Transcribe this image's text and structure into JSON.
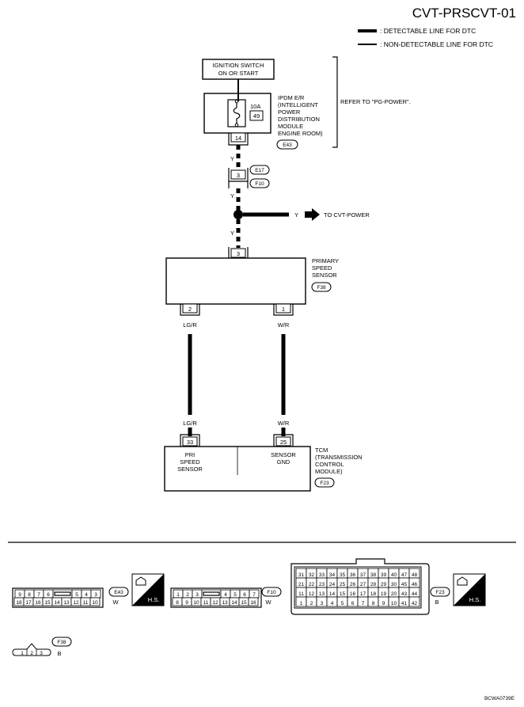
{
  "title": "CVT-PRSCVT-01",
  "legend": {
    "detectable": ": DETECTABLE LINE FOR DTC",
    "non_detectable": ": NON-DETECTABLE LINE FOR DTC"
  },
  "ignition_switch": {
    "line1": "IGNITION SWITCH",
    "line2": "ON OR START"
  },
  "ipdm": {
    "fuse_rating": "10A",
    "fuse_number": "49",
    "label_lines": [
      "IPDM E/R",
      "(INTELLIGENT",
      "POWER",
      "DISTRIBUTION",
      "MODULE",
      "ENGINE ROOM)"
    ],
    "connector": "E43",
    "pin": "14"
  },
  "refer_note": "REFER TO \"PG-POWER\".",
  "wire_color_y": "Y",
  "joint_connector": {
    "pin": "3",
    "conn_a": "E17",
    "conn_b": "F10"
  },
  "branch": {
    "wire": "Y",
    "arrow_label": "TO CVT-POWER"
  },
  "primary_speed_sensor": {
    "label_lines": [
      "PRIMARY",
      "SPEED",
      "SENSOR"
    ],
    "connector": "F38",
    "pin_in": "3",
    "pin_left": "2",
    "pin_right": "1"
  },
  "wires": {
    "left": "LG/R",
    "right": "W/R"
  },
  "tcm": {
    "pin_left": "33",
    "pin_right": "25",
    "left_label": [
      "PRI",
      "SPEED",
      "SENSOR"
    ],
    "right_label": [
      "SENSOR",
      "GND"
    ],
    "label_lines": [
      "TCM",
      "(TRANSMISSION",
      "CONTROL",
      "MODULE)"
    ],
    "connector": "F23"
  },
  "connectors": {
    "e43": {
      "id": "E43",
      "color": "W",
      "row1": [
        "9",
        "8",
        "7",
        "6",
        "",
        "5",
        "4",
        "3"
      ],
      "row2": [
        "18",
        "17",
        "16",
        "15",
        "14",
        "13",
        "12",
        "11",
        "10"
      ]
    },
    "f10": {
      "id": "F10",
      "color": "W",
      "row1": [
        "1",
        "2",
        "3",
        "",
        "4",
        "5",
        "6",
        "7"
      ],
      "row2": [
        "8",
        "9",
        "10",
        "11",
        "12",
        "13",
        "14",
        "15",
        "16"
      ]
    },
    "f23": {
      "id": "F23",
      "color": "B",
      "row1": [
        "31",
        "32",
        "33",
        "34",
        "35",
        "36",
        "37",
        "38",
        "39",
        "40",
        "47",
        "48"
      ],
      "row2": [
        "21",
        "22",
        "23",
        "24",
        "25",
        "26",
        "27",
        "28",
        "29",
        "30",
        "45",
        "46"
      ],
      "row3": [
        "11",
        "12",
        "13",
        "14",
        "15",
        "16",
        "17",
        "18",
        "19",
        "20",
        "43",
        "44"
      ],
      "row4": [
        "1",
        "2",
        "3",
        "4",
        "5",
        "6",
        "7",
        "8",
        "9",
        "10",
        "41",
        "42"
      ]
    },
    "f38": {
      "id": "F38",
      "color": "B",
      "pins": [
        "1",
        "2",
        "3"
      ]
    }
  },
  "hs_label": "H.S.",
  "figure_code": "BCWA0739E"
}
